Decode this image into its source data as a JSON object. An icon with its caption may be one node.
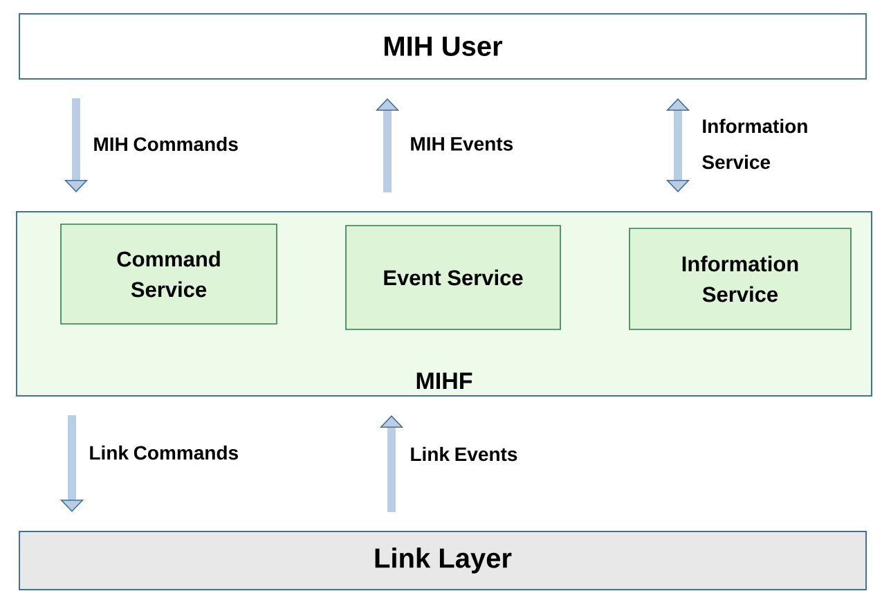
{
  "diagram": {
    "nodes": [
      {
        "text": [
          "MIH User"
        ]
      },
      {
        "text": [
          "MIHF"
        ]
      },
      {
        "text": [
          "Command Service"
        ],
        "in": 1
      },
      {
        "text": [
          "Event Service"
        ],
        "in": 1
      },
      {
        "text": [
          "Information Service"
        ],
        "in": 1
      },
      {
        "text": [
          "Link Layer"
        ]
      }
    ],
    "edges": [
      {
        "from": 0,
        "to": 1,
        "arrow": "to",
        "label": "MIH Commands"
      },
      {
        "from": 1,
        "to": 0,
        "arrow": "to",
        "label": "MIH Events"
      },
      {
        "from": 0,
        "to": 1,
        "arrow": "both",
        "label": "Information Service"
      },
      {
        "from": 1,
        "to": 5,
        "arrow": "to",
        "label": "Link Commands"
      },
      {
        "from": 5,
        "to": 1,
        "arrow": "to",
        "label": "Link Events"
      }
    ]
  }
}
